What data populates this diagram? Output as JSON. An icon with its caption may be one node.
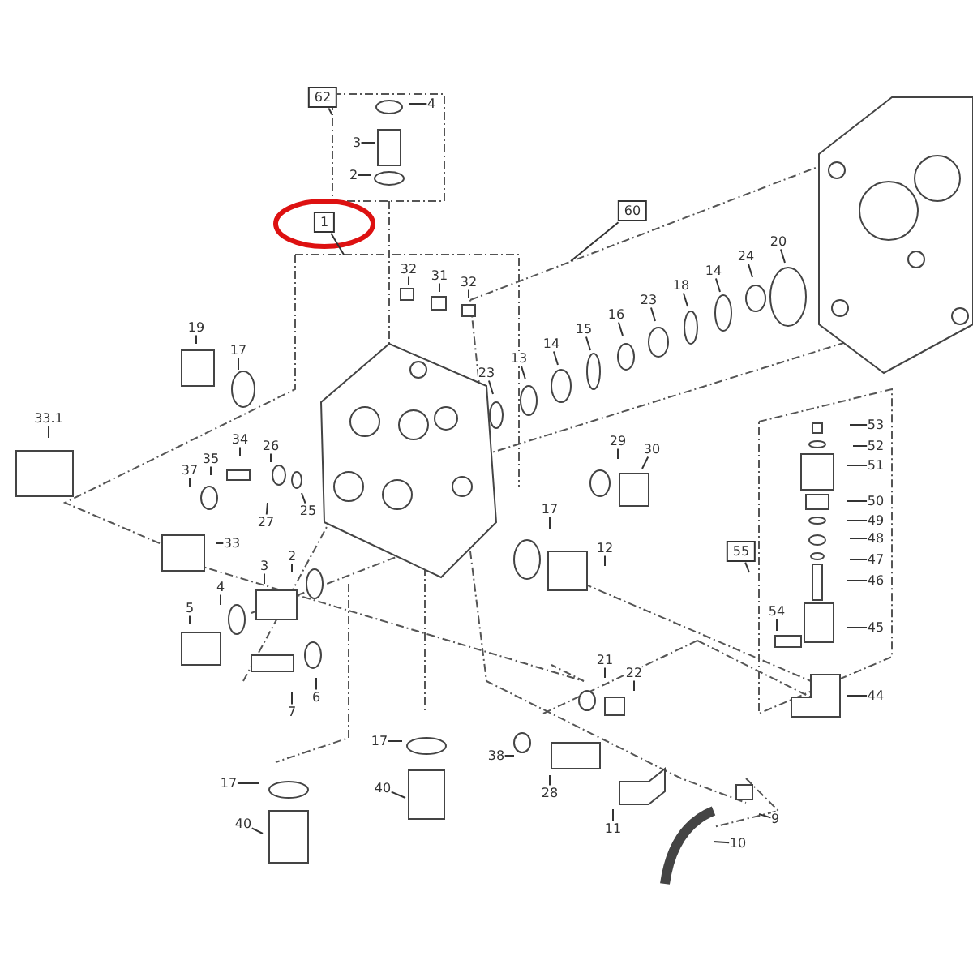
{
  "diagram": {
    "nodes": [
      {
        "text": [
          "62"
        ]
      },
      {
        "text": [
          "4"
        ]
      },
      {
        "text": [
          "3"
        ]
      },
      {
        "text": [
          "2"
        ]
      },
      {
        "text": [
          "1"
        ]
      },
      {
        "text": [
          "32"
        ]
      },
      {
        "text": [
          "31"
        ]
      },
      {
        "text": [
          "32"
        ]
      },
      {
        "text": [
          "60"
        ]
      },
      {
        "text": [
          "20"
        ]
      },
      {
        "text": [
          "24"
        ]
      },
      {
        "text": [
          "14"
        ]
      },
      {
        "text": [
          "18"
        ]
      },
      {
        "text": [
          "23"
        ]
      },
      {
        "text": [
          "16"
        ]
      },
      {
        "text": [
          "15"
        ]
      },
      {
        "text": [
          "14"
        ]
      },
      {
        "text": [
          "13"
        ]
      },
      {
        "text": [
          "23"
        ]
      },
      {
        "text": [
          "19"
        ]
      },
      {
        "text": [
          "17"
        ]
      },
      {
        "text": [
          "33.1"
        ]
      },
      {
        "text": [
          "34"
        ]
      },
      {
        "text": [
          "26"
        ]
      },
      {
        "text": [
          "35"
        ]
      },
      {
        "text": [
          "37"
        ]
      },
      {
        "text": [
          "25"
        ]
      },
      {
        "text": [
          "27"
        ]
      },
      {
        "text": [
          "33"
        ]
      },
      {
        "text": [
          "29"
        ]
      },
      {
        "text": [
          "30"
        ]
      },
      {
        "text": [
          "53"
        ]
      },
      {
        "text": [
          "52"
        ]
      },
      {
        "text": [
          "51"
        ]
      },
      {
        "text": [
          "50"
        ]
      },
      {
        "text": [
          "49"
        ]
      },
      {
        "text": [
          "48"
        ]
      },
      {
        "text": [
          "47"
        ]
      },
      {
        "text": [
          "46"
        ]
      },
      {
        "text": [
          "17"
        ]
      },
      {
        "text": [
          "12"
        ]
      },
      {
        "text": [
          "55"
        ]
      },
      {
        "text": [
          "2"
        ]
      },
      {
        "text": [
          "3"
        ]
      },
      {
        "text": [
          "4"
        ]
      },
      {
        "text": [
          "5"
        ]
      },
      {
        "text": [
          "54"
        ]
      },
      {
        "text": [
          "45"
        ]
      },
      {
        "text": [
          "21"
        ]
      },
      {
        "text": [
          "22"
        ]
      },
      {
        "text": [
          "6"
        ]
      },
      {
        "text": [
          "7"
        ]
      },
      {
        "text": [
          "44"
        ]
      },
      {
        "text": [
          "17"
        ]
      },
      {
        "text": [
          "38"
        ]
      },
      {
        "text": [
          "17"
        ]
      },
      {
        "text": [
          "28"
        ]
      },
      {
        "text": [
          "40"
        ]
      },
      {
        "text": [
          "11"
        ]
      },
      {
        "text": [
          "9"
        ]
      },
      {
        "text": [
          "40"
        ]
      },
      {
        "text": [
          "10"
        ]
      }
    ],
    "edges": [
      {
        "from": 0,
        "to": null,
        "arrow": "none"
      },
      {
        "from": 1,
        "to": null,
        "arrow": "none"
      },
      {
        "from": 2,
        "to": null,
        "arrow": "none"
      },
      {
        "from": 3,
        "to": null,
        "arrow": "none"
      },
      {
        "from": 4,
        "to": null,
        "arrow": "none"
      },
      {
        "from": 5,
        "to": null,
        "arrow": "none"
      },
      {
        "from": 6,
        "to": null,
        "arrow": "none"
      },
      {
        "from": 7,
        "to": null,
        "arrow": "none"
      },
      {
        "from": 8,
        "to": null,
        "arrow": "none"
      },
      {
        "from": 9,
        "to": null,
        "arrow": "none"
      },
      {
        "from": 10,
        "to": null,
        "arrow": "none"
      },
      {
        "from": 11,
        "to": null,
        "arrow": "none"
      },
      {
        "from": 12,
        "to": null,
        "arrow": "none"
      },
      {
        "from": 13,
        "to": null,
        "arrow": "none"
      },
      {
        "from": 14,
        "to": null,
        "arrow": "none"
      },
      {
        "from": 15,
        "to": null,
        "arrow": "none"
      },
      {
        "from": 16,
        "to": null,
        "arrow": "none"
      },
      {
        "from": 17,
        "to": null,
        "arrow": "none"
      },
      {
        "from": 18,
        "to": null,
        "arrow": "none"
      },
      {
        "from": 19,
        "to": null,
        "arrow": "none"
      },
      {
        "from": 20,
        "to": null,
        "arrow": "none"
      },
      {
        "from": 21,
        "to": null,
        "arrow": "none"
      },
      {
        "from": 22,
        "to": null,
        "arrow": "none"
      },
      {
        "from": 23,
        "to": null,
        "arrow": "none"
      },
      {
        "from": 24,
        "to": null,
        "arrow": "none"
      },
      {
        "from": 25,
        "to": null,
        "arrow": "none"
      },
      {
        "from": 26,
        "to": null,
        "arrow": "none"
      },
      {
        "from": 27,
        "to": null,
        "arrow": "none"
      },
      {
        "from": 28,
        "to": null,
        "arrow": "none"
      },
      {
        "from": 29,
        "to": null,
        "arrow": "none"
      },
      {
        "from": 30,
        "to": null,
        "arrow": "none"
      },
      {
        "from": 31,
        "to": null,
        "arrow": "none"
      },
      {
        "from": 32,
        "to": null,
        "arrow": "none"
      },
      {
        "from": 33,
        "to": null,
        "arrow": "none"
      },
      {
        "from": 34,
        "to": null,
        "arrow": "none"
      },
      {
        "from": 35,
        "to": null,
        "arrow": "none"
      },
      {
        "from": 36,
        "to": null,
        "arrow": "none"
      },
      {
        "from": 37,
        "to": null,
        "arrow": "none"
      },
      {
        "from": 38,
        "to": null,
        "arrow": "none"
      },
      {
        "from": 39,
        "to": null,
        "arrow": "none"
      },
      {
        "from": 40,
        "to": null,
        "arrow": "none"
      },
      {
        "from": 41,
        "to": null,
        "arrow": "none"
      },
      {
        "from": 42,
        "to": null,
        "arrow": "none"
      },
      {
        "from": 43,
        "to": null,
        "arrow": "none"
      },
      {
        "from": 44,
        "to": null,
        "arrow": "none"
      },
      {
        "from": 45,
        "to": null,
        "arrow": "none"
      },
      {
        "from": 46,
        "to": null,
        "arrow": "none"
      },
      {
        "from": 47,
        "to": null,
        "arrow": "none"
      },
      {
        "from": 48,
        "to": null,
        "arrow": "none"
      },
      {
        "from": 49,
        "to": null,
        "arrow": "none"
      },
      {
        "from": 50,
        "to": null,
        "arrow": "none"
      },
      {
        "from": 51,
        "to": null,
        "arrow": "none"
      },
      {
        "from": 52,
        "to": null,
        "arrow": "none"
      },
      {
        "from": 53,
        "to": null,
        "arrow": "none"
      },
      {
        "from": 54,
        "to": null,
        "arrow": "none"
      },
      {
        "from": 55,
        "to": null,
        "arrow": "none"
      },
      {
        "from": 56,
        "to": null,
        "arrow": "none"
      },
      {
        "from": 57,
        "to": null,
        "arrow": "none"
      },
      {
        "from": 58,
        "to": null,
        "arrow": "none"
      },
      {
        "from": 59,
        "to": null,
        "arrow": "none"
      },
      {
        "from": 60,
        "to": null,
        "arrow": "none"
      },
      {
        "from": 61,
        "to": null,
        "arrow": "none"
      }
    ]
  }
}
